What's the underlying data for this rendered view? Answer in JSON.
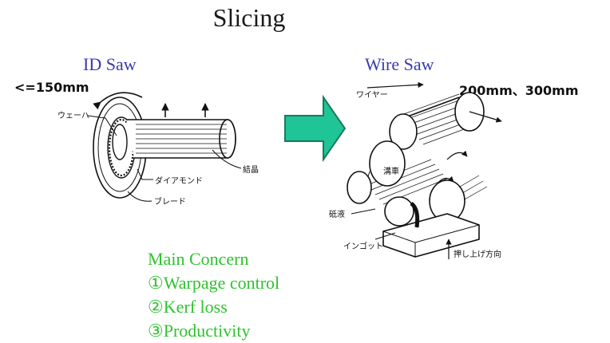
{
  "title": "Slicing",
  "id_saw": {
    "heading": "ID Saw",
    "size": "<=150mm",
    "labels": {
      "wafer": "ウェーハ",
      "crystal": "結晶",
      "diamond": "ダイアモンド",
      "blade": "ブレード"
    }
  },
  "wire_saw": {
    "heading": "Wire Saw",
    "size": "200mm、300mm",
    "labels": {
      "wire": "ワイヤー",
      "groove_roller": "溝車",
      "slurry": "砥液",
      "ingot": "インゴット",
      "push_up_direction": "押し上げ方向"
    }
  },
  "main_concern": {
    "heading": "Main Concern",
    "items": [
      "①Warpage control",
      "②Kerf loss",
      "③Productivity"
    ]
  },
  "colors": {
    "heading_blue": "#3a3ab0",
    "concern_green": "#2ec22e",
    "arrow_fill": "#1fc497",
    "arrow_stroke": "#1a7a5c"
  }
}
